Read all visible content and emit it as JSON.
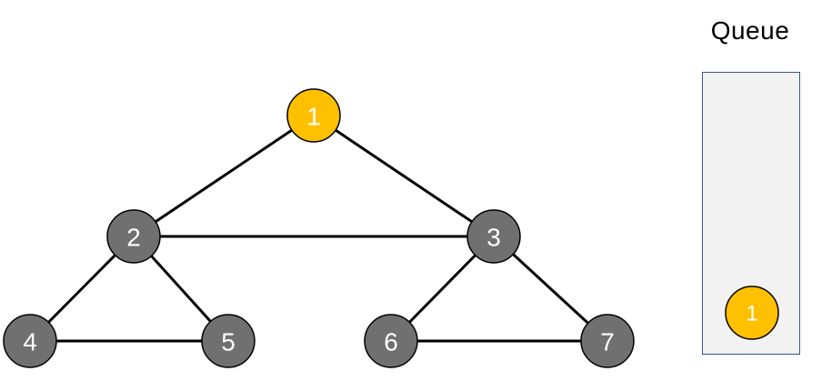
{
  "graph": {
    "nodes": [
      {
        "id": "1",
        "label": "1",
        "state": "visited"
      },
      {
        "id": "2",
        "label": "2",
        "state": "unvisited"
      },
      {
        "id": "3",
        "label": "3",
        "state": "unvisited"
      },
      {
        "id": "4",
        "label": "4",
        "state": "unvisited"
      },
      {
        "id": "5",
        "label": "5",
        "state": "unvisited"
      },
      {
        "id": "6",
        "label": "6",
        "state": "unvisited"
      },
      {
        "id": "7",
        "label": "7",
        "state": "unvisited"
      }
    ],
    "edges": [
      [
        "1",
        "2"
      ],
      [
        "1",
        "3"
      ],
      [
        "2",
        "3"
      ],
      [
        "2",
        "4"
      ],
      [
        "2",
        "5"
      ],
      [
        "4",
        "5"
      ],
      [
        "3",
        "6"
      ],
      [
        "3",
        "7"
      ],
      [
        "6",
        "7"
      ]
    ]
  },
  "queue": {
    "title": "Queue",
    "items": [
      "1"
    ]
  },
  "colors": {
    "visited": "#ffc000",
    "unvisited": "#707070",
    "node_stroke": "#000000",
    "edge": "#000000",
    "queue_border": "#2f5597",
    "queue_fill": "#f2f2f2"
  }
}
